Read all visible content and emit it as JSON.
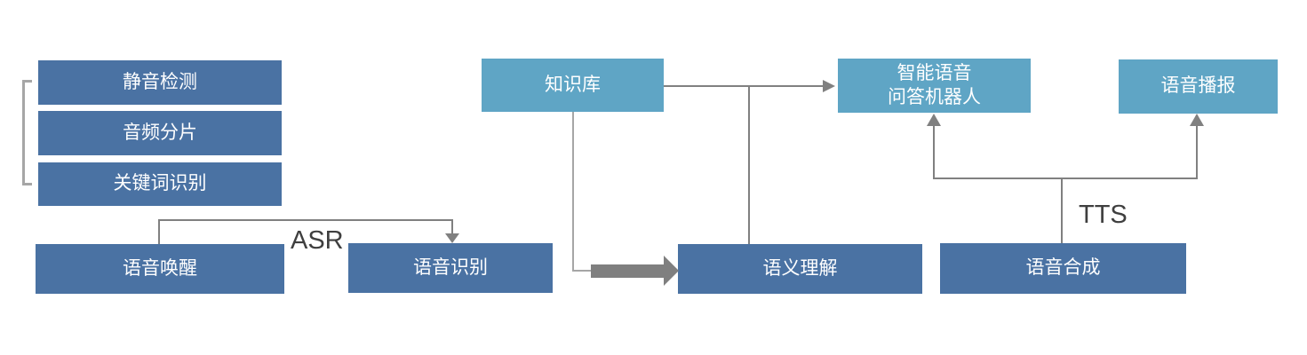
{
  "diagram": {
    "nodes": {
      "silence_detection": {
        "label": "静音检测"
      },
      "audio_segmentation": {
        "label": "音频分片"
      },
      "keyword_recognition": {
        "label": "关键词识别"
      },
      "voice_wakeup": {
        "label": "语音唤醒"
      },
      "speech_recognition": {
        "label": "语音识别"
      },
      "knowledge_base": {
        "label": "知识库"
      },
      "semantic_understanding": {
        "label": "语义理解"
      },
      "qa_robot": {
        "label": "智能语音\n问答机器人"
      },
      "voice_broadcast": {
        "label": "语音播报"
      },
      "speech_synthesis": {
        "label": "语音合成"
      }
    },
    "annotations": {
      "asr": "ASR",
      "tts": "TTS"
    },
    "edges": [
      {
        "from": "voice_wakeup",
        "to": "speech_recognition",
        "label": "ASR",
        "style": "arrow"
      },
      {
        "from": "knowledge_base",
        "to": "qa_robot",
        "style": "arrow"
      },
      {
        "from": "knowledge_base",
        "to": "semantic_understanding",
        "style": "line"
      },
      {
        "from": "knowledge_base",
        "to": "semantic_understanding",
        "style": "thick-arrow"
      },
      {
        "from": "speech_synthesis",
        "to": "qa_robot",
        "label": "TTS",
        "style": "arrow"
      },
      {
        "from": "speech_synthesis",
        "to": "voice_broadcast",
        "label": "TTS",
        "style": "arrow"
      },
      {
        "group": [
          "silence_detection",
          "audio_segmentation",
          "keyword_recognition"
        ],
        "style": "bracket"
      }
    ],
    "colors": {
      "dark_box": "#4a72a3",
      "light_box": "#5fa5c5",
      "connector": "#808080",
      "connector_light": "#a6a6a6",
      "thick_arrow": "#7f7f7f",
      "bracket": "#a6a6a6",
      "annotation_text": "#3f3f3f",
      "box_text": "#ffffff",
      "background": "#ffffff"
    }
  }
}
